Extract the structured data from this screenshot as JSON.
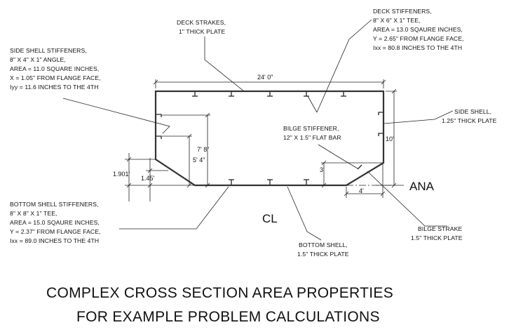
{
  "labels": {
    "deck_strakes": [
      "DECK STRAKES,",
      "1\" THICK PLATE"
    ],
    "deck_stiffeners": [
      "DECK STIFFENERS,",
      "8\" X 6\" X 1\" TEE,",
      "AREA = 13.0 SQAURE INCHES,",
      "Y = 2.65\" FROM FLANGE FACE,",
      "Ixx = 80.8 INCHES TO THE 4TH"
    ],
    "side_shell_stiffeners": [
      "SIDE SHELL STIFFENERS,",
      "8\" X 4\" X 1\" ANGLE,",
      "AREA = 11.0 SQUARE INCHES,",
      "X = 1.05\" FROM FLANGE FACE,",
      "Iyy = 11.6 INCHES TO THE 4TH"
    ],
    "side_shell": [
      "SIDE SHELL,",
      "1.25\" THICK PLATE"
    ],
    "bilge_stiffener": [
      "BILGE STIFFENER,",
      "12\" X 1.5\" FLAT BAR"
    ],
    "bottom_shell_stiffeners": [
      "BOTTOM SHELL STIFFENERS,",
      "8\" X 8\" X 1\" TEE,",
      "AREA = 15.0 SQAURE INCHES,",
      "Y = 2.37\" FROM FLANGE FACE,",
      "Ixx = 89.0 INCHES TO THE 4TH"
    ],
    "bilge_strake": [
      "BILGE STRAKE",
      "1.5\" THICK PLATE"
    ],
    "bottom_shell": [
      "BOTTOM SHELL,",
      "1.5\" THICK PLATE"
    ]
  },
  "dimensions": {
    "width": "24' 0\"",
    "height": "10'",
    "stiffener_height": "7' 8\"",
    "side_height": "5' 4\"",
    "bilge_rise": "3'",
    "bilge_run": "4'",
    "left_offset_a": "1.901'",
    "left_offset_b": "1.45'"
  },
  "markers": {
    "ana": "ANA",
    "cl": "CL"
  },
  "title": [
    "COMPLEX CROSS SECTION AREA PROPERTIES",
    "FOR EXAMPLE PROBLEM CALCULATIONS"
  ]
}
